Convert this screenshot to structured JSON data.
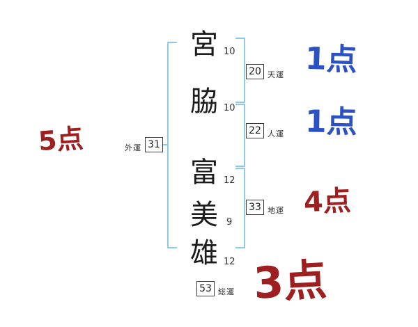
{
  "diagram": {
    "name_characters": [
      {
        "char": "宮",
        "strokes": "10"
      },
      {
        "char": "脇",
        "strokes": "10"
      },
      {
        "char": "富",
        "strokes": "12"
      },
      {
        "char": "美",
        "strokes": "9"
      },
      {
        "char": "雄",
        "strokes": "12"
      }
    ],
    "fortunes": {
      "tenun": {
        "label": "天運",
        "value": "20",
        "score": "1点"
      },
      "jinun": {
        "label": "人運",
        "value": "22",
        "score": "1点"
      },
      "gaiun": {
        "label": "外運",
        "value": "31",
        "score": "5点"
      },
      "chiun": {
        "label": "地運",
        "value": "33",
        "score": "4点"
      },
      "soun": {
        "label": "総運",
        "value": "53",
        "score": "3点"
      }
    },
    "colors": {
      "score_red": "#9e1f1f",
      "score_blue": "#2a52c4",
      "bracket_blue": "#8ecae6"
    }
  }
}
